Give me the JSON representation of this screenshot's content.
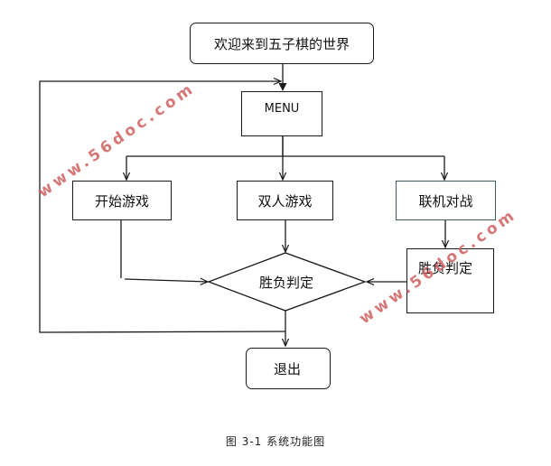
{
  "diagram": {
    "nodes": {
      "welcome": "欢迎来到五子棋的世界",
      "menu": "MENU",
      "start_game": "开始游戏",
      "two_player": "双人游戏",
      "online_battle": "联机对战",
      "win_judge_diamond": "胜负判定",
      "win_judge_box": "胜负判定",
      "exit": "退出"
    },
    "edges": [
      {
        "from": "welcome",
        "to": "menu"
      },
      {
        "from": "menu",
        "to": "start_game"
      },
      {
        "from": "menu",
        "to": "two_player"
      },
      {
        "from": "menu",
        "to": "online_battle"
      },
      {
        "from": "start_game",
        "to": "win_judge_diamond"
      },
      {
        "from": "two_player",
        "to": "win_judge_diamond"
      },
      {
        "from": "online_battle",
        "to": "win_judge_box"
      },
      {
        "from": "win_judge_box",
        "to": "win_judge_diamond"
      },
      {
        "from": "win_judge_diamond",
        "to": "exit"
      },
      {
        "from": "win_judge_diamond",
        "to": "menu",
        "type": "loop-back"
      }
    ],
    "caption": "图 3-1  系统功能图",
    "watermark": "www.56doc.com",
    "colors": {
      "line": "#1a1a1a",
      "watermark": "#d06060",
      "online_border": "#3d5a5f"
    }
  }
}
